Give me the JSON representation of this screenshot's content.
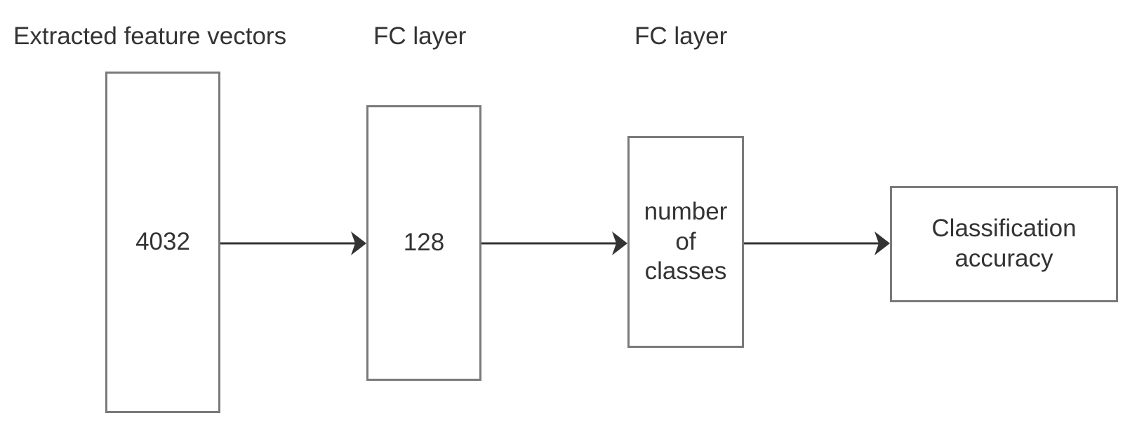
{
  "labels": {
    "extracted": "Extracted feature vectors",
    "fc1": "FC layer",
    "fc2": "FC layer"
  },
  "boxes": {
    "features": "4032",
    "fc128": "128",
    "classes_line1": "number",
    "classes_line2": "of",
    "classes_line3": "classes",
    "accuracy_line1": "Classification",
    "accuracy_line2": "accuracy"
  },
  "colors": {
    "box_border": "#7a7a7a",
    "arrow": "#333333",
    "text": "#333333"
  }
}
